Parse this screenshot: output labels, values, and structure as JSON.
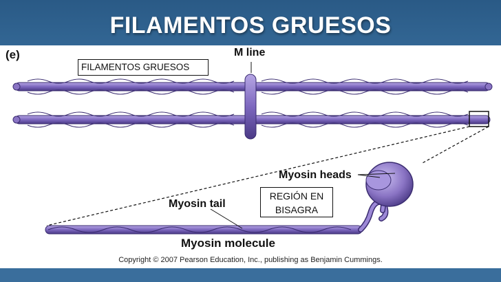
{
  "slide": {
    "title": "FILAMENTOS GRUESOS",
    "panel_letter": "(e)"
  },
  "labels": {
    "thick_filaments_box": "FILAMENTOS GRUESOS",
    "m_line": "M line",
    "myosin_heads": "Myosin heads",
    "hinge_region_line1": "REGIÓN EN",
    "hinge_region_line2": "BISAGRA",
    "myosin_tail": "Myosin tail",
    "myosin_molecule": "Myosin molecule"
  },
  "copyright": "Copyright © 2007 Pearson Education, Inc., publishing as Benjamin Cummings.",
  "colors": {
    "background": "#2f6596",
    "filament": "#8a74c4",
    "filament_dark": "#4b3a86",
    "panel": "#ffffff"
  }
}
